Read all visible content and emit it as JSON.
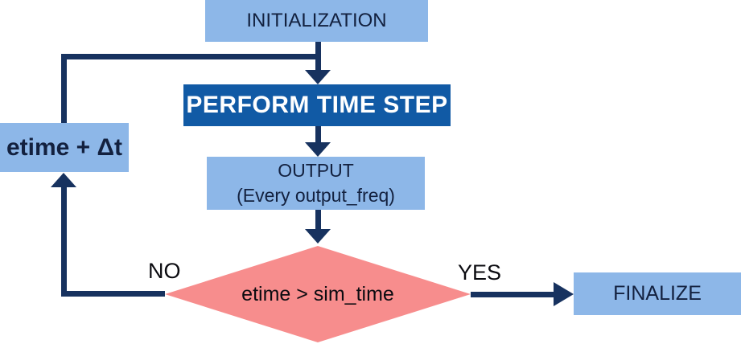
{
  "diagram": {
    "type": "flowchart",
    "nodes": {
      "initialization": {
        "label": "INITIALIZATION",
        "shape": "rect",
        "fill": "light_blue"
      },
      "perform_time_step": {
        "label": "PERFORM TIME STEP",
        "shape": "rect",
        "fill": "medium_blue"
      },
      "output": {
        "label": "OUTPUT",
        "sublabel": "(Every output_freq)",
        "shape": "rect",
        "fill": "light_blue"
      },
      "decision": {
        "label": "etime > sim_time",
        "shape": "diamond",
        "fill": "salmon"
      },
      "finalize": {
        "label": "FINALIZE",
        "shape": "rect",
        "fill": "light_blue"
      },
      "increment": {
        "label": "etime + Δt",
        "shape": "rect",
        "fill": "light_blue"
      }
    },
    "edges": {
      "no_label": "NO",
      "yes_label": "YES",
      "flow": [
        "initialization -> perform_time_step",
        "perform_time_step -> output",
        "output -> decision",
        "decision -NO-> increment",
        "increment -> perform_time_step",
        "decision -YES-> finalize"
      ]
    },
    "colors": {
      "light_blue": "#8DB7E8",
      "medium_blue": "#115AA5",
      "navy": "#17325F",
      "salmon": "#F78D8D",
      "text_dark": "#13213F",
      "text_black": "#0B0B10",
      "white": "#FFFFFF"
    }
  }
}
